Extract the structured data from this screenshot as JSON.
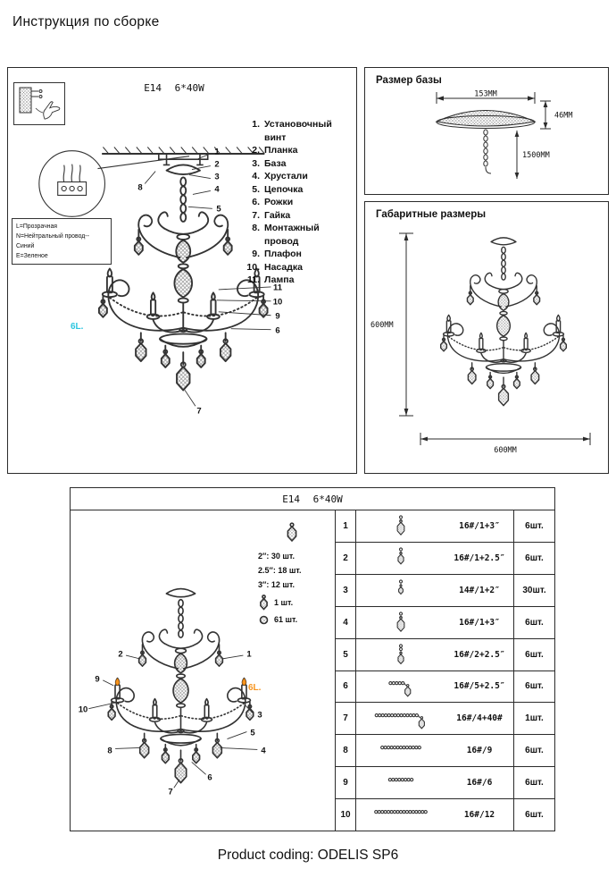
{
  "page": {
    "title": "Инструкция по сборке",
    "footer": "Product coding: ODELIS SP6"
  },
  "main_panel": {
    "lamp_spec": "E14 6*40W",
    "parts": [
      {
        "num": "1.",
        "label": "Установочный винт"
      },
      {
        "num": "2.",
        "label": "Планка"
      },
      {
        "num": "3.",
        "label": "База"
      },
      {
        "num": "4.",
        "label": "Хрустали"
      },
      {
        "num": "5.",
        "label": "Цепочка"
      },
      {
        "num": "6.",
        "label": "Рожки"
      },
      {
        "num": "7.",
        "label": "Гайка"
      },
      {
        "num": "8.",
        "label": "Монтажный провод"
      },
      {
        "num": "9.",
        "label": "Плафон"
      },
      {
        "num": "10.",
        "label": "Насадка"
      },
      {
        "num": "11.",
        "label": "Лампа"
      }
    ],
    "wire_note": {
      "line1": "L=Прозрачная",
      "line2": "N=Нейтральный провод--Синий",
      "line3": "E=Зеленое"
    },
    "lamp_count_label": "6L.",
    "callouts": [
      "1",
      "2",
      "3",
      "4",
      "5",
      "6",
      "7",
      "8",
      "9",
      "10",
      "11"
    ]
  },
  "base_panel": {
    "title": "Размер базы",
    "base_width": "153MM",
    "base_height": "46MM",
    "chain_length": "1500MM"
  },
  "size_panel": {
    "title": "Габаритные размеры",
    "height": "600MM",
    "width": "600MM"
  },
  "table_panel": {
    "header": "E14 6*40W",
    "lamp_count_label": "6L.",
    "callouts": [
      "1",
      "2",
      "3",
      "4",
      "5",
      "6",
      "7",
      "8",
      "9",
      "10"
    ],
    "legend": {
      "sizes": [
        "2″: 30 шт.",
        "2.5″: 18 шт.",
        "3″: 12 шт."
      ],
      "extra": [
        {
          "qty": "1 шт."
        },
        {
          "qty": "61 шт."
        }
      ]
    },
    "rows": [
      {
        "num": "1",
        "code": "16#/1+3″",
        "qty": "6шт.",
        "icon": {
          "orient": "v",
          "beads": 1,
          "drop": "L"
        }
      },
      {
        "num": "2",
        "code": "16#/1+2.5″",
        "qty": "6шт.",
        "icon": {
          "orient": "v",
          "beads": 1,
          "drop": "M"
        }
      },
      {
        "num": "3",
        "code": "14#/1+2″",
        "qty": "30шт.",
        "icon": {
          "orient": "v",
          "beads": 1,
          "drop": "S"
        }
      },
      {
        "num": "4",
        "code": "16#/1+3″",
        "qty": "6шт.",
        "icon": {
          "orient": "v",
          "beads": 1,
          "drop": "L"
        }
      },
      {
        "num": "5",
        "code": "16#/2+2.5″",
        "qty": "6шт.",
        "icon": {
          "orient": "v",
          "beads": 2,
          "drop": "M"
        }
      },
      {
        "num": "6",
        "code": "16#/5+2.5″",
        "qty": "6шт.",
        "icon": {
          "orient": "h",
          "beads": 5,
          "drop": "M"
        }
      },
      {
        "num": "7",
        "code": "16#/4+40#",
        "qty": "1шт.",
        "icon": {
          "orient": "h",
          "beads": 14,
          "drop": "M"
        }
      },
      {
        "num": "8",
        "code": "16#/9",
        "qty": "6шт.",
        "icon": {
          "orient": "h",
          "beads": 13,
          "drop": null
        }
      },
      {
        "num": "9",
        "code": "16#/6",
        "qty": "6шт.",
        "icon": {
          "orient": "h",
          "beads": 8,
          "drop": null
        }
      },
      {
        "num": "10",
        "code": "16#/12",
        "qty": "6шт.",
        "icon": {
          "orient": "h",
          "beads": 17,
          "drop": null
        }
      }
    ]
  },
  "colors": {
    "cyan_label": "#2ec6e0",
    "orange_label": "#f7941d",
    "line": "#333333"
  }
}
